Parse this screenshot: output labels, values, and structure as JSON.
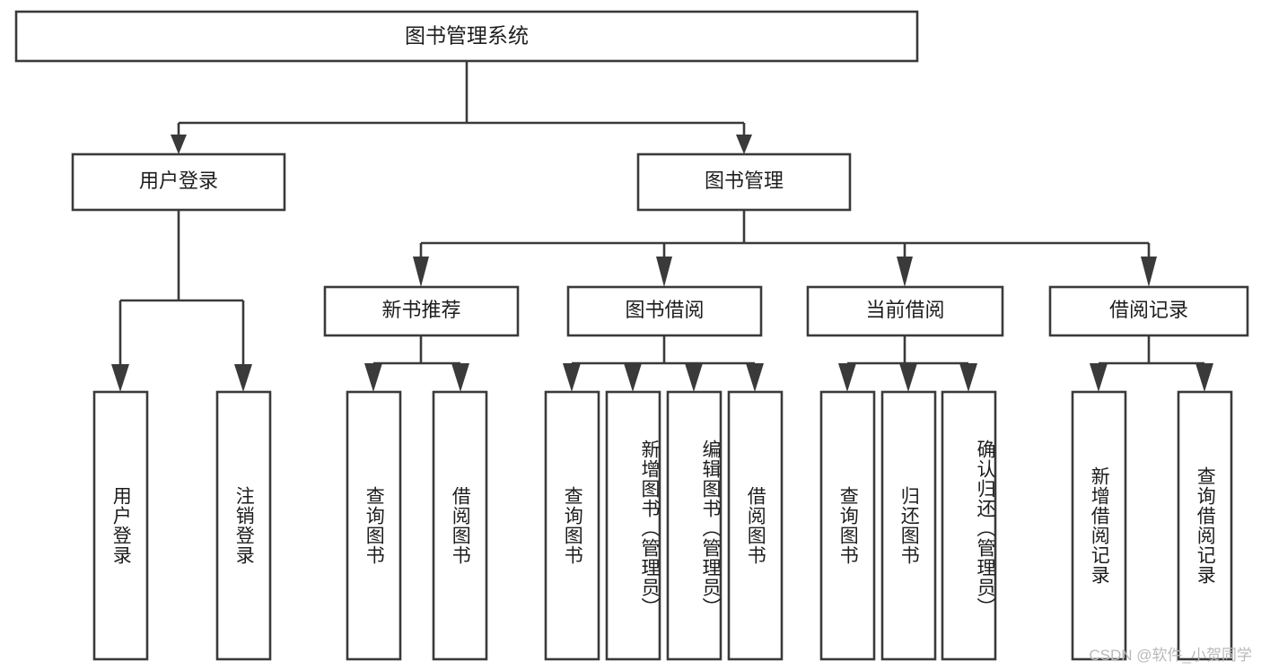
{
  "diagram": {
    "title": "图书管理系统",
    "type": "hierarchy-tree",
    "watermark": "CSDN @软件_小贺同学",
    "colors": {
      "stroke": "#3a3a3a",
      "fill": "#ffffff",
      "text": "#1d1d1d",
      "watermark": "#b9b9b9"
    },
    "root": {
      "label": "图书管理系统"
    },
    "level1": [
      {
        "label": "用户登录"
      },
      {
        "label": "图书管理"
      }
    ],
    "level2": [
      {
        "label": "新书推荐"
      },
      {
        "label": "图书借阅"
      },
      {
        "label": "当前借阅"
      },
      {
        "label": "借阅记录"
      }
    ],
    "leaves": {
      "user_login": [
        {
          "label": "用户登录"
        },
        {
          "label": "注销登录"
        }
      ],
      "new_book_recommend": [
        {
          "label": "查询图书"
        },
        {
          "label": "借阅图书"
        }
      ],
      "book_borrow": [
        {
          "label": "查询图书"
        },
        {
          "label": "新增图书（管理员）"
        },
        {
          "label": "编辑图书（管理员）"
        },
        {
          "label": "借阅图书"
        }
      ],
      "current_borrow": [
        {
          "label": "查询图书"
        },
        {
          "label": "归还图书"
        },
        {
          "label": "确认归还（管理员）"
        }
      ],
      "borrow_record": [
        {
          "label": "新增借阅记录"
        },
        {
          "label": "查询借阅记录"
        }
      ]
    }
  }
}
